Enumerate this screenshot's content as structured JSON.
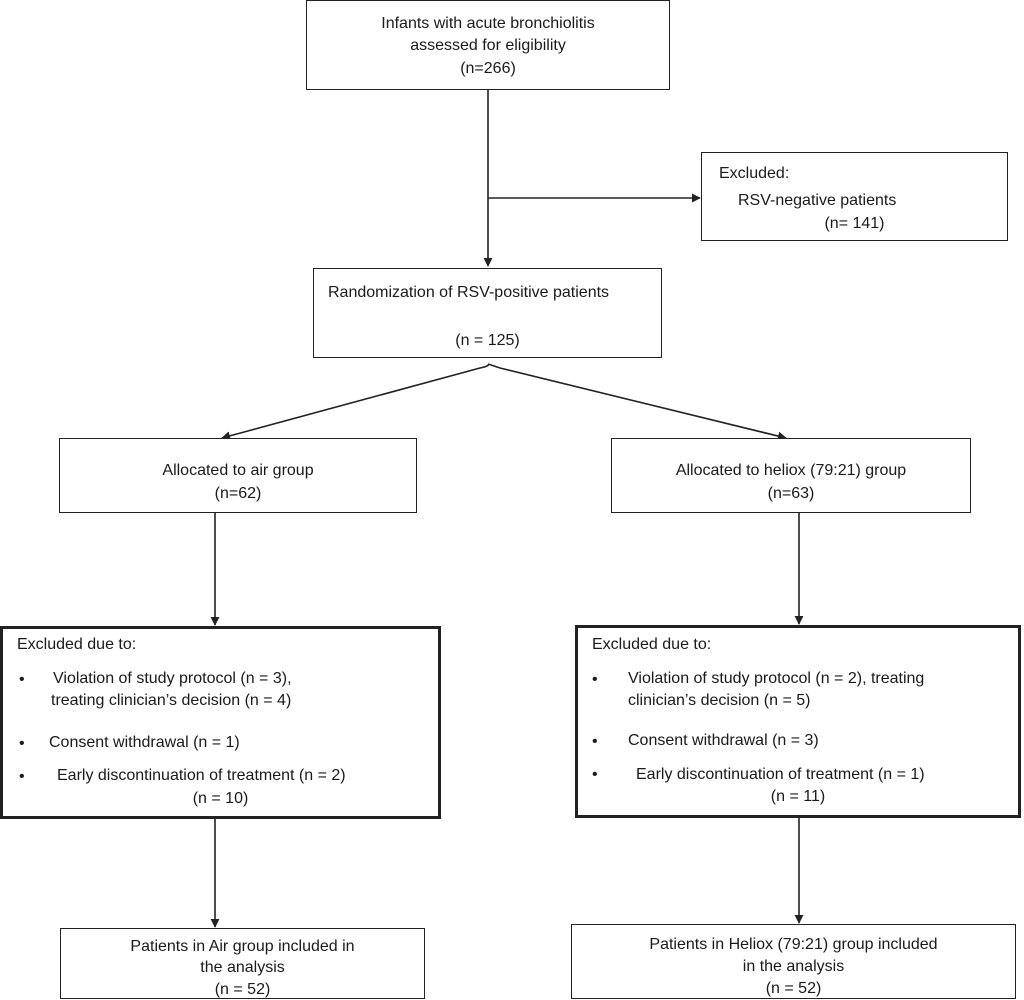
{
  "screening": {
    "line1": "Infants with acute bronchiolitis",
    "line2": "assessed for eligibility",
    "count": "(n=266)"
  },
  "excluded_initial": {
    "heading": "Excluded:",
    "reason": "RSV-negative patients",
    "count": "(n= 141)"
  },
  "randomization": {
    "label": "Randomization of RSV-positive patients",
    "count": "(n = 125)"
  },
  "air_group": {
    "allocated": {
      "label": "Allocated to air group",
      "count": "(n=62)"
    },
    "excluded": {
      "heading": "Excluded due to:",
      "bullet1_line1": "Violation of study protocol (n = 3),",
      "bullet1_line2": "treating clinician’s decision (n = 4)",
      "bullet2": "Consent withdrawal (n = 1)",
      "bullet3": "Early discontinuation of treatment (n = 2)",
      "total": "(n = 10)"
    },
    "analysis": {
      "line1": "Patients in Air group included in",
      "line2": "the analysis",
      "count": "(n = 52)"
    }
  },
  "heliox_group": {
    "allocated": {
      "label": "Allocated to heliox (79:21) group",
      "count": "(n=63)"
    },
    "excluded": {
      "heading": "Excluded due to:",
      "bullet1_line1": "Violation of study protocol (n = 2), treating",
      "bullet1_line2": "clinician’s decision (n = 5)",
      "bullet2": "Consent withdrawal (n = 3)",
      "bullet3": "Early discontinuation of treatment (n = 1)",
      "total": "(n = 11)"
    },
    "analysis": {
      "line1": "Patients in Heliox (79:21) group included",
      "line2": "in the analysis",
      "count": "(n = 52)"
    }
  },
  "bullet_symbol": "•"
}
